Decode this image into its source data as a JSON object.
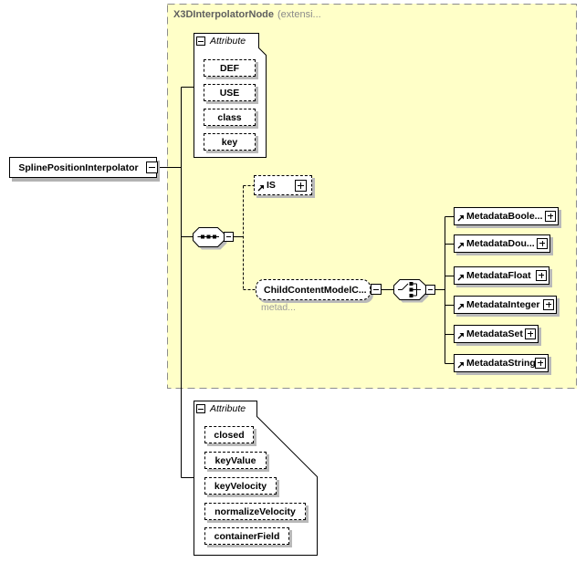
{
  "region": {
    "title": "X3DInterpolatorNode",
    "suffix": "(extensi..."
  },
  "root": {
    "label": "SplinePositionInterpolator"
  },
  "attr_group_top": {
    "title": "Attribute",
    "items": [
      "DEF",
      "USE",
      "class",
      "key"
    ]
  },
  "is_node": {
    "label": "IS"
  },
  "child_content": {
    "label": "ChildContentModelC...",
    "note": "metad..."
  },
  "metadata_items": [
    "MetadataBoole...",
    "MetadataDou...",
    "MetadataFloat",
    "MetadataInteger",
    "MetadataSet",
    "MetadataString"
  ],
  "attr_group_bottom": {
    "title": "Attribute",
    "items": [
      "closed",
      "keyValue",
      "keyVelocity",
      "normalizeVelocity",
      "containerField"
    ]
  },
  "colors": {
    "region_bg": "#ffffc8",
    "region_border": "#8c8c8c",
    "line": "#000000",
    "shadow": "#b9b9b9",
    "header_text": "#5f5f5f",
    "note_text": "#9a9a9a"
  }
}
